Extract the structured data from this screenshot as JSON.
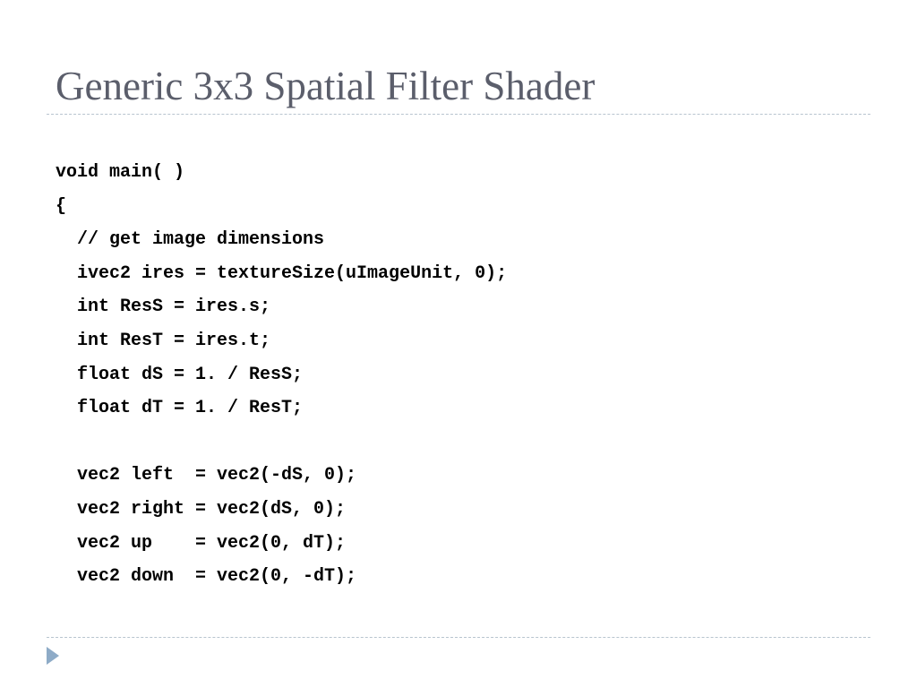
{
  "slide": {
    "title": "Generic 3x3 Spatial Filter Shader",
    "code_lines": [
      "void main( )",
      "{",
      "  // get image dimensions",
      "  ivec2 ires = textureSize(uImageUnit, 0);",
      "  int ResS = ires.s;",
      "  int ResT = ires.t;",
      "  float dS = 1. / ResS;",
      "  float dT = 1. / ResT;",
      "",
      "  vec2 left  = vec2(-dS, 0);",
      "  vec2 right = vec2(dS, 0);",
      "  vec2 up    = vec2(0, dT);",
      "  vec2 down  = vec2(0, -dT);"
    ]
  },
  "colors": {
    "title": "#5b5e6b",
    "code": "#000000",
    "rule": "#b8c4cf",
    "nav_arrow": "#8eabc7",
    "background": "#ffffff"
  },
  "icons": {
    "nav": "triangle-right-icon"
  }
}
